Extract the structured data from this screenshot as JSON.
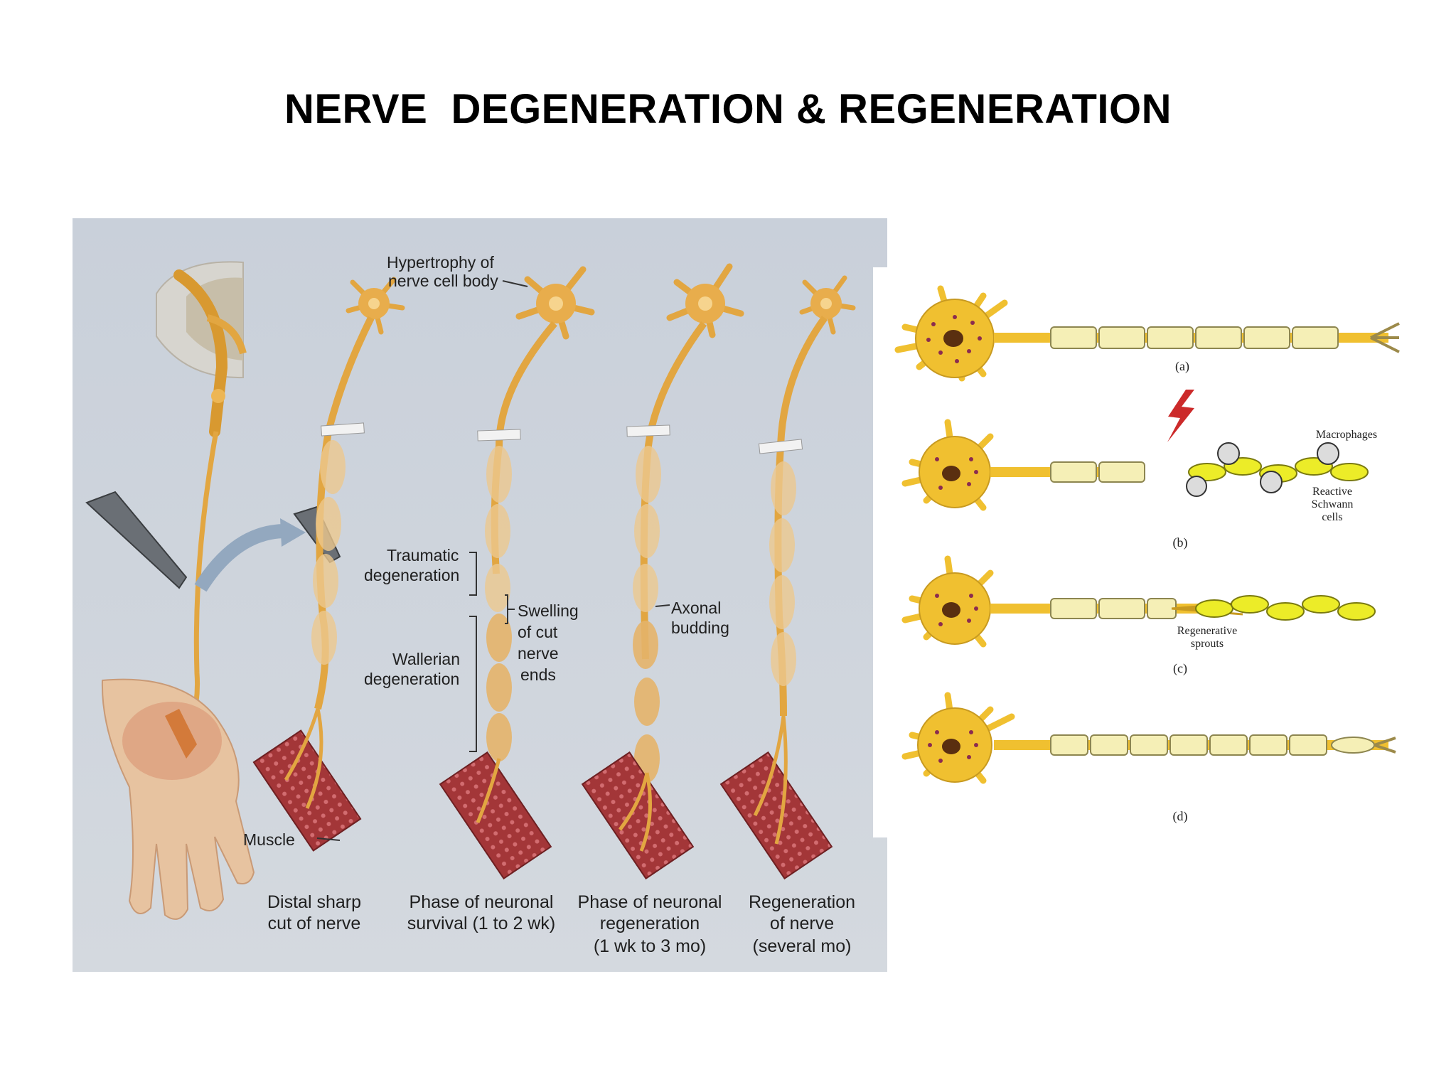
{
  "slide": {
    "title": "NERVE  DEGENERATION & REGENERATION"
  },
  "left_figure": {
    "labels": {
      "hypertrophy": [
        "Hypertrophy of",
        "nerve cell body"
      ],
      "traumatic": [
        "Traumatic",
        "degeneration"
      ],
      "swelling": [
        "Swelling",
        "of cut",
        "nerve",
        "ends"
      ],
      "axonal": [
        "Axonal",
        "budding"
      ],
      "wallerian": [
        "Wallerian",
        "degeneration"
      ],
      "muscle": "Muscle"
    },
    "captions": [
      [
        "Distal sharp",
        "cut of nerve"
      ],
      [
        "Phase of neuronal",
        "survival (1 to 2 wk)"
      ],
      [
        "Phase of neuronal",
        "regeneration",
        "(1 wk to 3 mo)"
      ],
      [
        "Regeneration",
        "of nerve",
        "(several mo)"
      ]
    ]
  },
  "right_figure": {
    "panel_labels": [
      "(a)",
      "(b)",
      "(c)",
      "(d)"
    ],
    "labels": {
      "macrophages": "Macrophages",
      "reactive_schwann": [
        "Reactive",
        "Schwann",
        "cells"
      ],
      "regenerative_sprouts": [
        "Regenerative",
        "sprouts"
      ]
    }
  },
  "colors": {
    "panel_bg": "#ccd3dc",
    "nerve": "#e2a641",
    "myelin": "#ecc88e",
    "muscle": "#9e3335",
    "neuron_body": "#f0c030",
    "schwann": "#f5efb6",
    "reactive_cell": "#ecec28",
    "lightning": "#cc2a2a"
  }
}
